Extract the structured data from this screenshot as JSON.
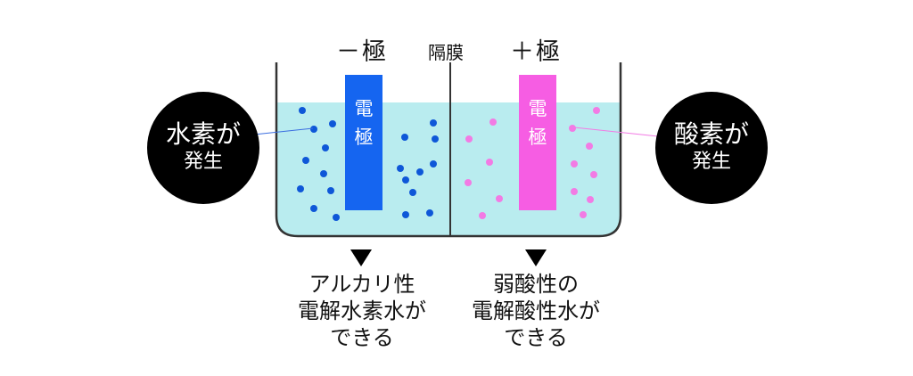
{
  "labels": {
    "minus_pole": "－極",
    "membrane": "隔膜",
    "plus_pole": "＋極"
  },
  "electrodes": {
    "negative": {
      "text_line1": "電",
      "text_line2": "極"
    },
    "positive": {
      "text_line1": "電",
      "text_line2": "極"
    }
  },
  "callouts": {
    "left": {
      "line1": "水素が",
      "line2": "発生"
    },
    "right": {
      "line1": "酸素が",
      "line2": "発生"
    }
  },
  "results": {
    "left": {
      "line1": "アルカリ性",
      "line2": "電解水素水が",
      "line3": "できる"
    },
    "right": {
      "line1": "弱酸性の",
      "line2": "電解酸性水が",
      "line3": "できる"
    }
  },
  "colors": {
    "water": "#b9ecef",
    "negative_electrode": "#1565f0",
    "positive_electrode": "#f65de3",
    "hydrogen_bubble": "#0e57d8",
    "oxygen_bubble": "#f27be4",
    "callout": "#000000"
  }
}
